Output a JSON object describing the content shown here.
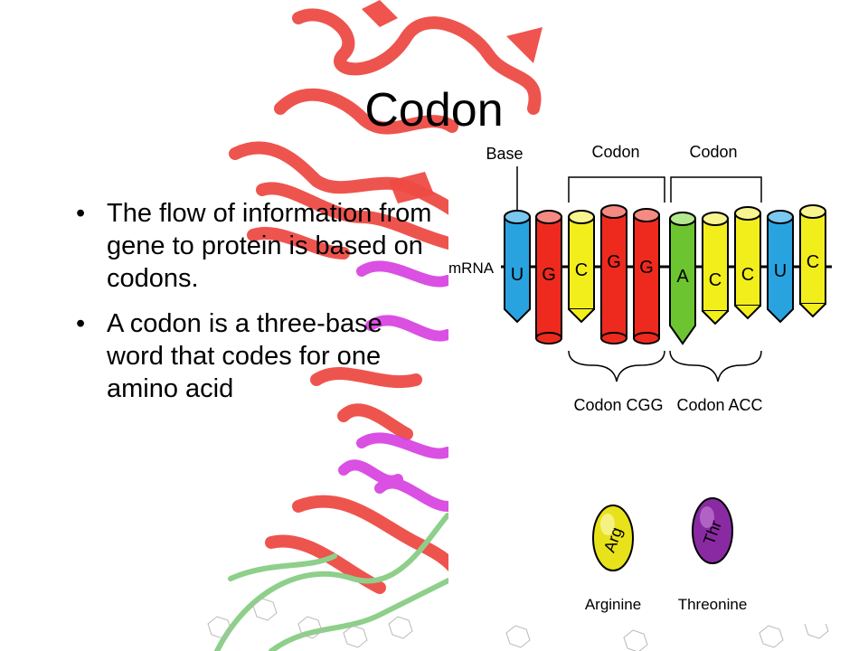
{
  "slide": {
    "title": "Codon",
    "bullets": [
      "The flow of information from gene to protein is based on codons.",
      "A codon is a three-base word that codes for one amino acid"
    ]
  },
  "diagram": {
    "base_label": "Base",
    "codon_label_1": "Codon",
    "codon_label_2": "Codon",
    "strand_label": "mRNA",
    "group_label_1": "Codon CGG",
    "group_label_2": "Codon ACC",
    "nucleotides": [
      "U",
      "G",
      "C",
      "G",
      "G",
      "A",
      "C",
      "C",
      "U",
      "C"
    ],
    "amino_acid_1_abbr": "Arg",
    "amino_acid_1_name": "Arginine",
    "amino_acid_2_abbr": "Thr",
    "amino_acid_2_name": "Threonine",
    "colors": {
      "U": "#29a3e0",
      "G": "#ee2a1f",
      "C": "#f2ee1c",
      "A": "#6cc530",
      "arg_ball": "#e8e21a",
      "thr_ball": "#8a2aa3",
      "protein_red": "#ee4b45",
      "protein_magenta": "#d63ee0",
      "dna_green": "#8ecf8a"
    }
  }
}
